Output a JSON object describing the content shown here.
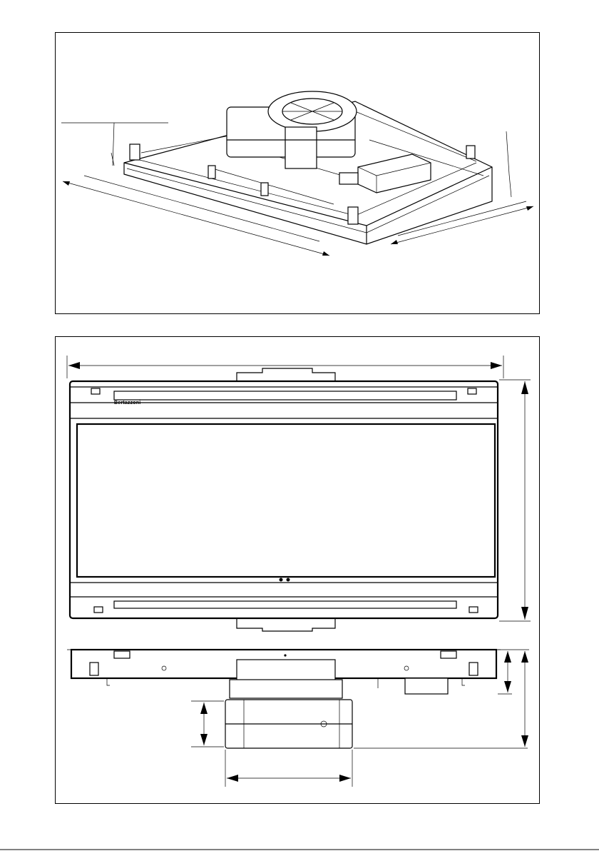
{
  "figure": {
    "type": "technical-drawing",
    "views": [
      "perspective",
      "front",
      "side"
    ]
  },
  "front_view": {
    "brand_label": "Bertazzoni"
  },
  "icons": {
    "arrow": "arrowhead-icon"
  }
}
